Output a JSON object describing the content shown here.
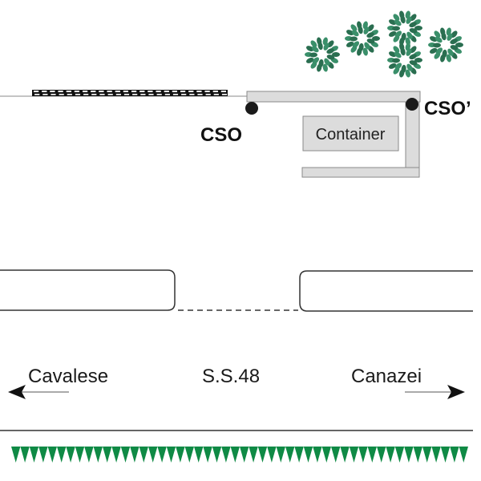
{
  "labels": {
    "cso": "CSO",
    "cso_prime": "CSO’",
    "container": "Container",
    "road_name": "S.S.48",
    "direction_left": "Cavalese",
    "direction_right": "Canazei"
  },
  "colors": {
    "structure_fill": "#dcdcdc",
    "structure_stroke": "#8a8a8a",
    "point": "#1a1a1a",
    "tree": "#3a8f6a",
    "tree_dark": "#2a6e50",
    "grass": "#0f8a45",
    "line": "#333333"
  },
  "trees": {
    "count": 5
  },
  "grass": {
    "count": 50
  },
  "fence": {
    "bricks": 24
  }
}
